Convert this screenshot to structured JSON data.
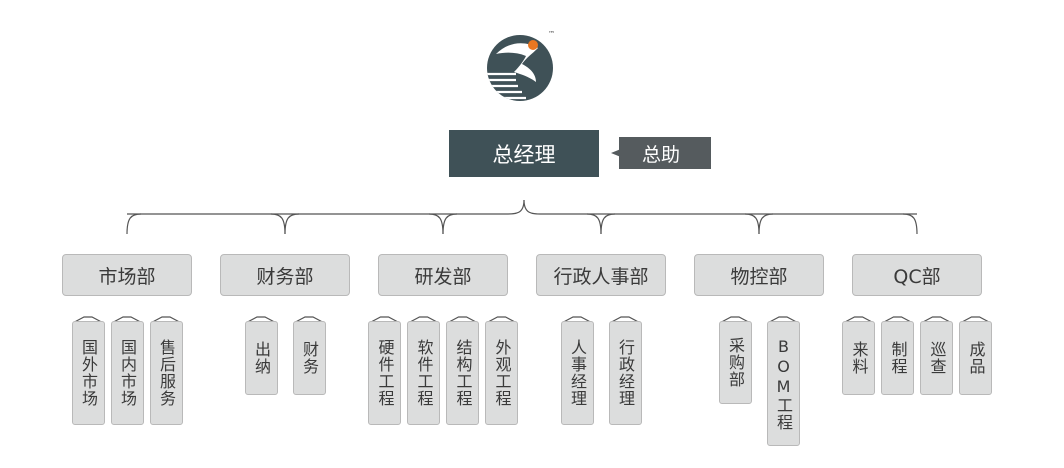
{
  "logo": {
    "tm": "™"
  },
  "ceo": "总经理",
  "assistant": "总助",
  "departments": [
    {
      "name": "市场部",
      "subs": [
        "国外市场",
        "国内市场",
        "售后服务"
      ]
    },
    {
      "name": "财务部",
      "subs": [
        "出纳",
        "财务"
      ]
    },
    {
      "name": "研发部",
      "subs": [
        "硬件工程",
        "软件工程",
        "结构工程",
        "外观工程"
      ]
    },
    {
      "name": "行政人事部",
      "subs": [
        "人事经理",
        "行政经理"
      ]
    },
    {
      "name": "物控部",
      "subs": [
        "采购部",
        "BOM工程"
      ]
    },
    {
      "name": "QC部",
      "subs": [
        "来料",
        "制程",
        "巡查",
        "成品"
      ]
    }
  ],
  "colors": {
    "ceo_bg": "#3f5157",
    "assistant_bg": "#555b5e",
    "box_bg": "#dcdddd",
    "line": "#555555",
    "logo_dark": "#3f5157",
    "logo_accent": "#e87722"
  }
}
